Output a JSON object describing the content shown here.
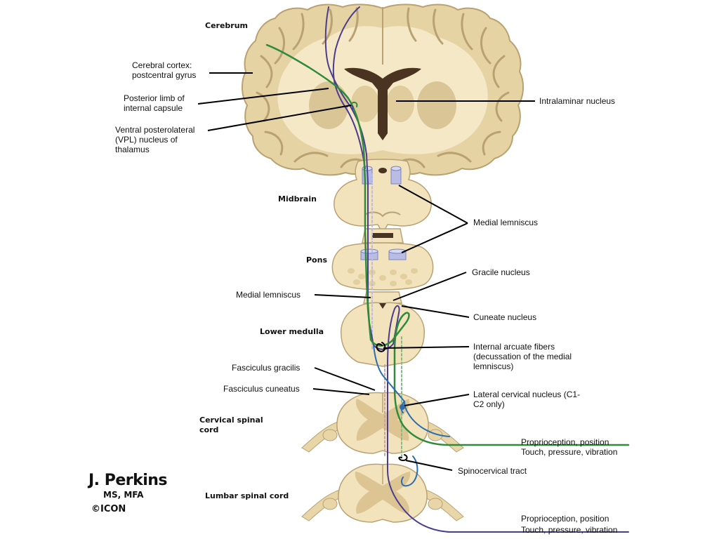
{
  "labels": {
    "cerebrum": "Cerebrum",
    "cortex": "Cerebral cortex:\npostcentral gyrus",
    "posterior_limb": "Posterior limb of\ninternal capsule",
    "vpl": "Ventral posterolateral\n(VPL) nucleus of\nthalamus",
    "intralaminar": "Intralaminar nucleus",
    "midbrain": "Midbrain",
    "medial_lemniscus_upper": "Medial lemniscus",
    "pons": "Pons",
    "gracile_nucleus": "Gracile nucleus",
    "medial_lemniscus_lower": "Medial lemniscus",
    "cuneate_nucleus": "Cuneate nucleus",
    "lower_medulla": "Lower medulla",
    "internal_arcuate": "Internal arcuate fibers\n(decussation of the medial\nlemniscus)",
    "fasciculus_gracilis": "Fasciculus gracilis",
    "fasciculus_cuneatus": "Fasciculus cuneatus",
    "lateral_cervical": "Lateral cervical nucleus (C1-\nC2 only)",
    "cervical_cord": "Cervical spinal\ncord",
    "cervical_proprioception": "Proprioception, position",
    "cervical_touch": "Touch, pressure, vibration",
    "spinocervical": "Spinocervical tract",
    "lumbar_cord": "Lumbar spinal cord",
    "lumbar_proprioception": "Proprioception, position",
    "lumbar_touch": "Touch, pressure, vibration"
  },
  "signature": {
    "name": "J. Perkins",
    "credentials": "MS, MFA",
    "copyright": "©ICON"
  },
  "colors": {
    "tissue": "#f3e3bd",
    "tissue_dark": "#dcc592",
    "outline": "#b9a172",
    "ventricle": "#4a3320",
    "white_matter": "#efd9a8",
    "grey_matter": "#e2cf9e",
    "pathway_green": "#2e8b3a",
    "pathway_purple": "#4b3c8e",
    "pathway_blue": "#2a6db0",
    "lemniscus_blue": "#b9bde6",
    "leader": "#000000"
  }
}
